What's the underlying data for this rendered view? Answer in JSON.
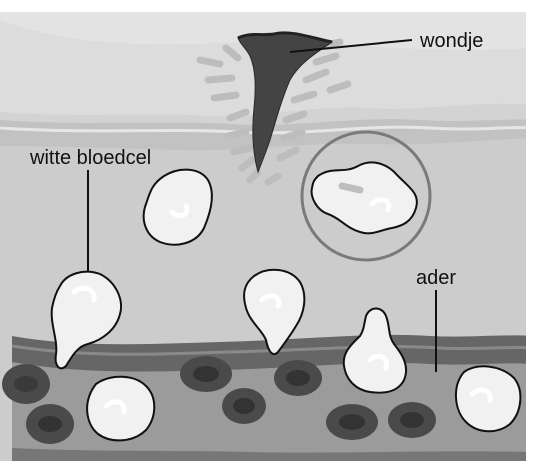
{
  "labels": {
    "wound": "wondje",
    "white_blood_cell": "witte bloedcel",
    "vessel": "ader"
  },
  "colors": {
    "background": "#cccccc",
    "skin_layer": "#e2e2e2",
    "skin_band": "#c9c9c9",
    "vessel_wall": "#666666",
    "vessel_lumen": "#999999",
    "red_blood_cell": "#4d4d4d",
    "wound": "#444444",
    "white_cell_fill": "#f1f1f1",
    "outline": "#111111",
    "highlight_circle": "#7a7a7a"
  }
}
